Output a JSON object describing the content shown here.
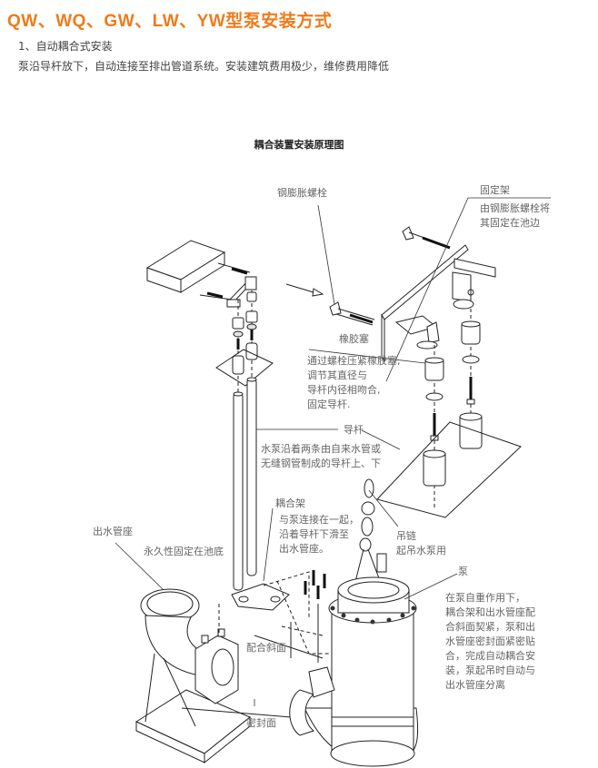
{
  "header": {
    "title": "QW、WQ、GW、LW、YW型泵安装方式",
    "section": "1、自动耦合式安装",
    "description": "泵沿导杆放下，自动连接至排出管道系统。安装建筑费用极少，维修费用降低"
  },
  "diagram": {
    "title": "耦合装置安装原理图",
    "labels": {
      "expansion_bolt": "钢膨胀螺栓",
      "fixed_bracket": "固定架",
      "fixed_bracket_note": [
        "由钢膨胀螺栓将",
        "其固定在池边"
      ],
      "rubber_plug": "橡胶塞",
      "rubber_plug_note": [
        "通过螺栓压紧橡胶塞,",
        "调节其直径与",
        "导杆内径相吻合,",
        "固定导杆."
      ],
      "guide_rod": "导杆",
      "guide_rod_note": [
        "水泵沿着两条由自来水管或",
        "无缝钢管制成的导杆上、下"
      ],
      "coupling_frame": "耦合架",
      "coupling_frame_note": [
        "与泵连接在一起，",
        "沿着导杆下滑至",
        "出水管座。"
      ],
      "outlet_seat": "出水管座",
      "outlet_seat_note": "永久性固定在池底",
      "chain": "吊链",
      "chain_note": "起吊水泵用",
      "pump": "泵",
      "pump_note": [
        "在泵自重作用下，",
        "耦合架和出水管座配",
        "合斜面契紧，泵和出",
        "水管座密封面紧密贴",
        "合，完成自动耦合安",
        "装，泵起吊时自动与",
        "出水管座分离"
      ],
      "mating_slope": "配合斜面",
      "sealing_face": "密封面"
    }
  },
  "colors": {
    "title_accent": "#f07a1a",
    "text": "#444444",
    "label": "#666666",
    "line": "#222222"
  }
}
